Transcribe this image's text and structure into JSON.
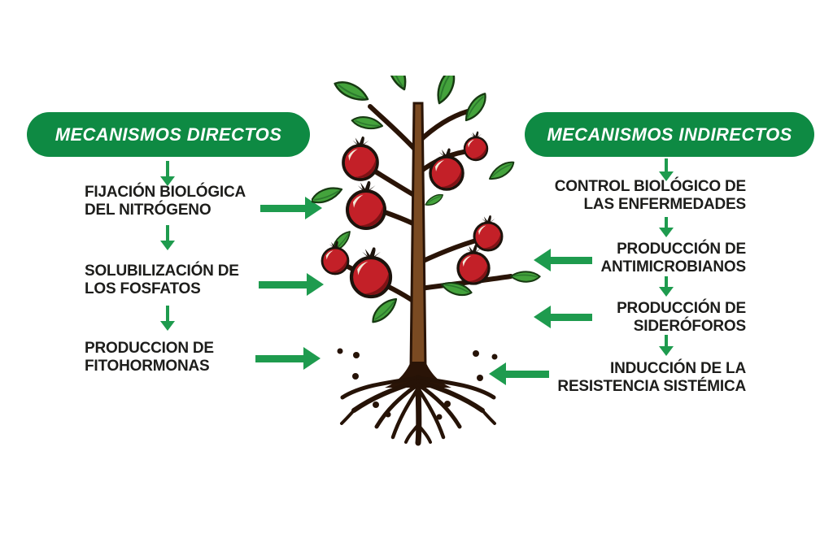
{
  "title": "Mecanismos de acción (diagrama planta de tomate)",
  "colors": {
    "header_pill_green": "#0e8a43",
    "arrow_green": "#1e9b4e",
    "text_black": "#1d1d1b",
    "tomato_red": "#c32028",
    "leaf_green": "#44a33c",
    "stem_brown": "#7a4a22",
    "root_dark": "#2a1407"
  },
  "left_panel": {
    "header": "MECANISMOS DIRECTOS",
    "items": [
      {
        "label": "FIJACIÓN BIOLÓGICA\nDEL NITRÓGENO"
      },
      {
        "label": "SOLUBILIZACIÓN DE\nLOS FOSFATOS"
      },
      {
        "label": "PRODUCCION DE\nFITOHORMONAS"
      }
    ]
  },
  "right_panel": {
    "header": "MECANISMOS INDIRECTOS",
    "items": [
      {
        "label": "CONTROL BIOLÓGICO DE\nLAS ENFERMEDADES"
      },
      {
        "label": "PRODUCCIÓN DE\nANTIMICROBIANOS"
      },
      {
        "label": "PRODUCCIÓN DE\nSIDERÓFOROS"
      },
      {
        "label": "INDUCCIÓN DE LA\nRESISTENCIA SISTÉMICA"
      }
    ]
  },
  "illustration": {
    "name": "tomato-plant-with-roots"
  }
}
